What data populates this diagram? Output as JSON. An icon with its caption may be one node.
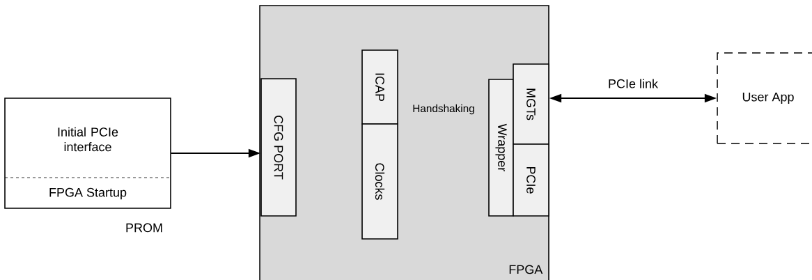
{
  "diagram": {
    "nodes": [
      {
        "text": [
          "Initial PCIe interface",
          "FPGA Startup"
        ],
        "beside": [
          "PROM"
        ]
      },
      {
        "text": [
          "FPGA"
        ]
      },
      {
        "text": [
          "CFG PORT"
        ],
        "in": 1
      },
      {
        "text": [
          "ICAP"
        ],
        "in": 1
      },
      {
        "text": [
          "Clocks"
        ],
        "in": 1
      },
      {
        "text": [
          "Wrapper"
        ],
        "in": 1
      },
      {
        "text": [
          "MGTs"
        ],
        "in": 1
      },
      {
        "text": [
          "PCIe"
        ],
        "in": 1
      },
      {
        "text": [
          "User App"
        ]
      }
    ],
    "edges": [
      {
        "from": 0,
        "to": 2,
        "arrow": "to"
      },
      {
        "from": 6,
        "to": 8,
        "arrow": "both",
        "label": "PCIe link"
      }
    ],
    "labels": [
      "Handshaking"
    ]
  }
}
